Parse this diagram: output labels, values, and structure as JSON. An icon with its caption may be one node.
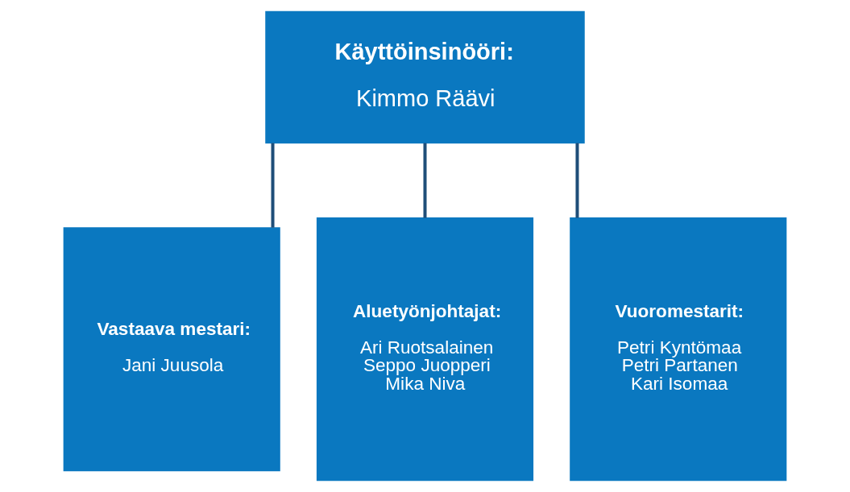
{
  "diagram": {
    "nodes": [
      {
        "text": [
          "Käyttöinsinööri:",
          "Kimmo Räävi"
        ]
      },
      {
        "text": [
          "Vastaava mestari:",
          "Jani Juusola"
        ]
      },
      {
        "text": [
          "Aluetyönjohtajat:",
          "Ari Ruotsalainen",
          "Seppo Juopperi",
          "Mika Niva"
        ]
      },
      {
        "text": [
          "Vuoromestarit:",
          "Petri Kyntömaa",
          "Petri Partanen",
          "Kari Isomaa"
        ]
      }
    ],
    "edges": [
      {
        "from": 0,
        "to": 1,
        "arrow": "none"
      },
      {
        "from": 0,
        "to": 2,
        "arrow": "none"
      },
      {
        "from": 0,
        "to": 3,
        "arrow": "none"
      }
    ]
  }
}
